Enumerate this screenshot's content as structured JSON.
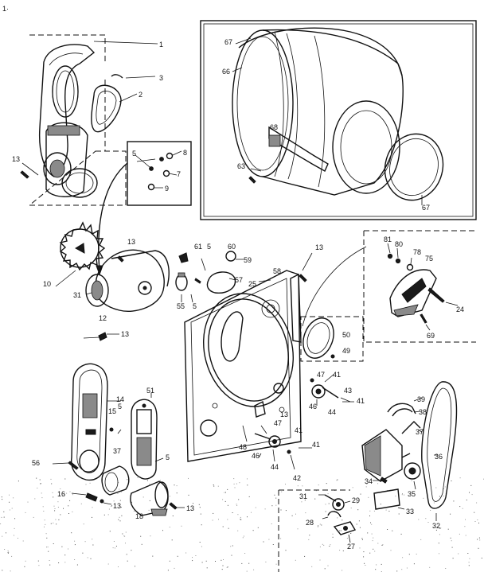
{
  "diagram": {
    "corner_mark": "1·",
    "callouts": [
      {
        "id": "c1",
        "text": "1"
      },
      {
        "id": "c3",
        "text": "3"
      },
      {
        "id": "c2",
        "text": "2"
      },
      {
        "id": "c13a",
        "text": "13"
      },
      {
        "id": "c5a",
        "text": "5"
      },
      {
        "id": "c8",
        "text": "8"
      },
      {
        "id": "c7",
        "text": "7"
      },
      {
        "id": "c9",
        "text": "9"
      },
      {
        "id": "c67a",
        "text": "67"
      },
      {
        "id": "c66",
        "text": "66"
      },
      {
        "id": "c68",
        "text": "68"
      },
      {
        "id": "c63",
        "text": "63"
      },
      {
        "id": "c67b",
        "text": "67"
      },
      {
        "id": "c13b",
        "text": "13"
      },
      {
        "id": "c10",
        "text": "10"
      },
      {
        "id": "c31a",
        "text": "31"
      },
      {
        "id": "c61",
        "text": "61"
      },
      {
        "id": "c5b",
        "text": "5"
      },
      {
        "id": "c60",
        "text": "60"
      },
      {
        "id": "c59",
        "text": "59"
      },
      {
        "id": "c58",
        "text": "58"
      },
      {
        "id": "c57",
        "text": "57"
      },
      {
        "id": "c25",
        "text": "25"
      },
      {
        "id": "c55",
        "text": "55"
      },
      {
        "id": "c5c",
        "text": "5"
      },
      {
        "id": "c13c",
        "text": "13"
      },
      {
        "id": "c81",
        "text": "81"
      },
      {
        "id": "c80",
        "text": "80"
      },
      {
        "id": "c78",
        "text": "78"
      },
      {
        "id": "c75",
        "text": "75"
      },
      {
        "id": "c24",
        "text": "24"
      },
      {
        "id": "c69",
        "text": "69"
      },
      {
        "id": "c12",
        "text": "12"
      },
      {
        "id": "c13d",
        "text": "13"
      },
      {
        "id": "c50",
        "text": "50"
      },
      {
        "id": "c49",
        "text": "49"
      },
      {
        "id": "c47a",
        "text": "47"
      },
      {
        "id": "c41a",
        "text": "41"
      },
      {
        "id": "c43",
        "text": "43"
      },
      {
        "id": "c46a",
        "text": "46"
      },
      {
        "id": "c44a",
        "text": "44"
      },
      {
        "id": "c41b",
        "text": "41"
      },
      {
        "id": "c14",
        "text": "14"
      },
      {
        "id": "c51",
        "text": "51"
      },
      {
        "id": "c15",
        "text": "15"
      },
      {
        "id": "c5d",
        "text": "5"
      },
      {
        "id": "c13e",
        "text": "13"
      },
      {
        "id": "c47b",
        "text": "47"
      },
      {
        "id": "c41c",
        "text": "41"
      },
      {
        "id": "c48",
        "text": "48"
      },
      {
        "id": "c46b",
        "text": "46"
      },
      {
        "id": "c44b",
        "text": "44"
      },
      {
        "id": "c41d",
        "text": "41"
      },
      {
        "id": "c42",
        "text": "42"
      },
      {
        "id": "c39",
        "text": "39"
      },
      {
        "id": "c38",
        "text": "38"
      },
      {
        "id": "c37a",
        "text": "37"
      },
      {
        "id": "c36",
        "text": "36"
      },
      {
        "id": "c56",
        "text": "56"
      },
      {
        "id": "c37b",
        "text": "37"
      },
      {
        "id": "c5e",
        "text": "5"
      },
      {
        "id": "c16",
        "text": "16"
      },
      {
        "id": "c13f",
        "text": "13"
      },
      {
        "id": "c18",
        "text": "18"
      },
      {
        "id": "c13g",
        "text": "13"
      },
      {
        "id": "c34",
        "text": "34"
      },
      {
        "id": "c35",
        "text": "35"
      },
      {
        "id": "c31b",
        "text": "31"
      },
      {
        "id": "c29",
        "text": "29"
      },
      {
        "id": "c28",
        "text": "28"
      },
      {
        "id": "c33",
        "text": "33"
      },
      {
        "id": "c32",
        "text": "32"
      },
      {
        "id": "c27",
        "text": "27"
      }
    ]
  }
}
